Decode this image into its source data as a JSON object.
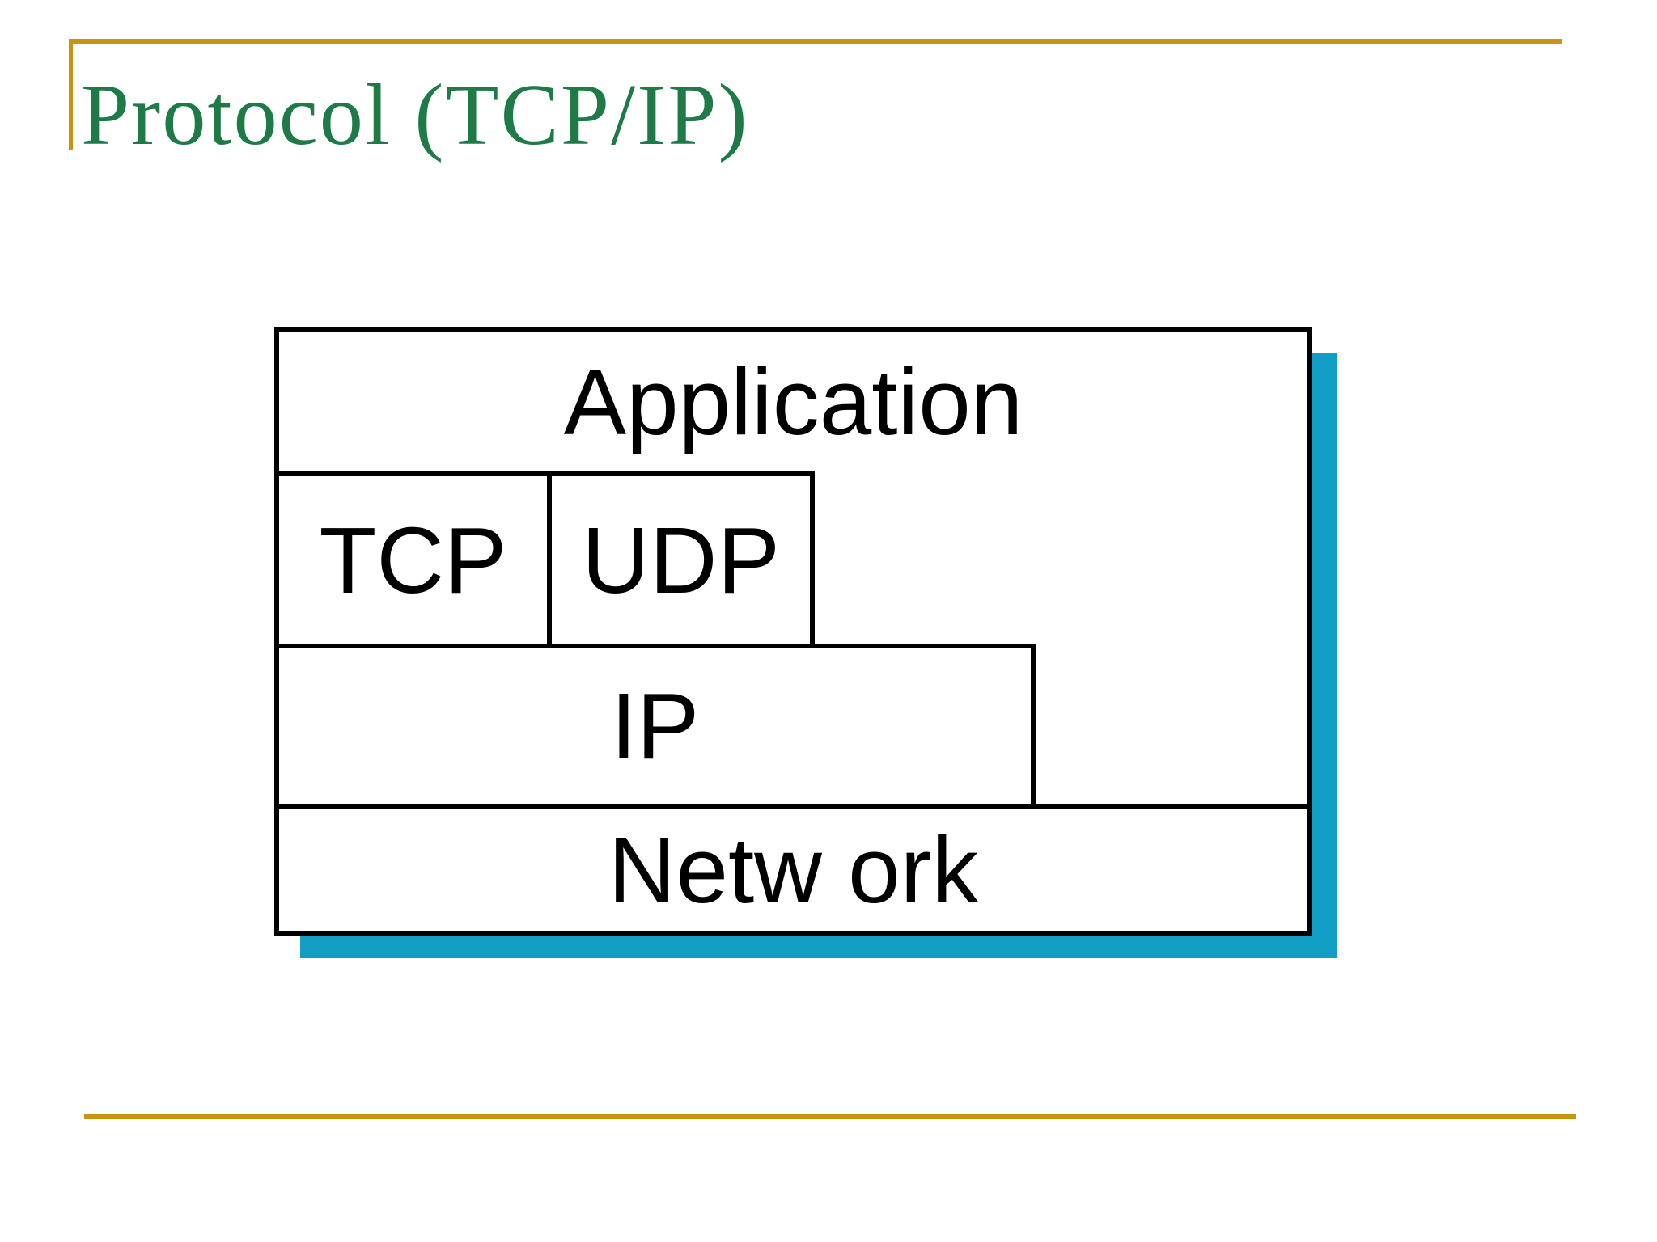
{
  "slide": {
    "title": "Protocol (TCP/IP)",
    "colors": {
      "background": "#FFFFFF",
      "title_green": "#1E7B48",
      "rule_gold": "#C79410",
      "shadow_teal": "#129EC4",
      "box_border": "#000000",
      "label_black": "#000000"
    }
  },
  "diagram": {
    "layers": [
      {
        "id": "application",
        "label": "Application"
      },
      {
        "id": "tcp",
        "label": "TCP"
      },
      {
        "id": "udp",
        "label": "UDP"
      },
      {
        "id": "ip",
        "label": "IP"
      },
      {
        "id": "network",
        "label": "Netw ork"
      }
    ]
  }
}
